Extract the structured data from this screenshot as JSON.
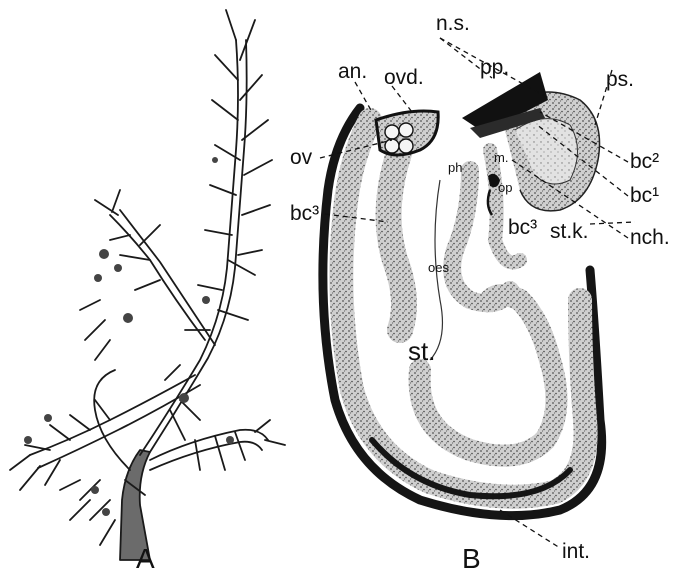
{
  "figure": {
    "panel_a": {
      "letter": "A"
    },
    "panel_b": {
      "letter": "B",
      "labels": {
        "ns": "n.s.",
        "pp": "pp.",
        "ps": "ps.",
        "an": "an.",
        "ovd": "ovd.",
        "ov": "ov",
        "bc2": "bc²",
        "bc1": "bc¹",
        "nch": "nch.",
        "bc3_left": "bc³",
        "bc3_inner": "bc³",
        "ph": "ph",
        "m": "m.",
        "op": "op",
        "oes": "oes",
        "stk": "st.k.",
        "st": "st.",
        "int": "int."
      }
    }
  }
}
